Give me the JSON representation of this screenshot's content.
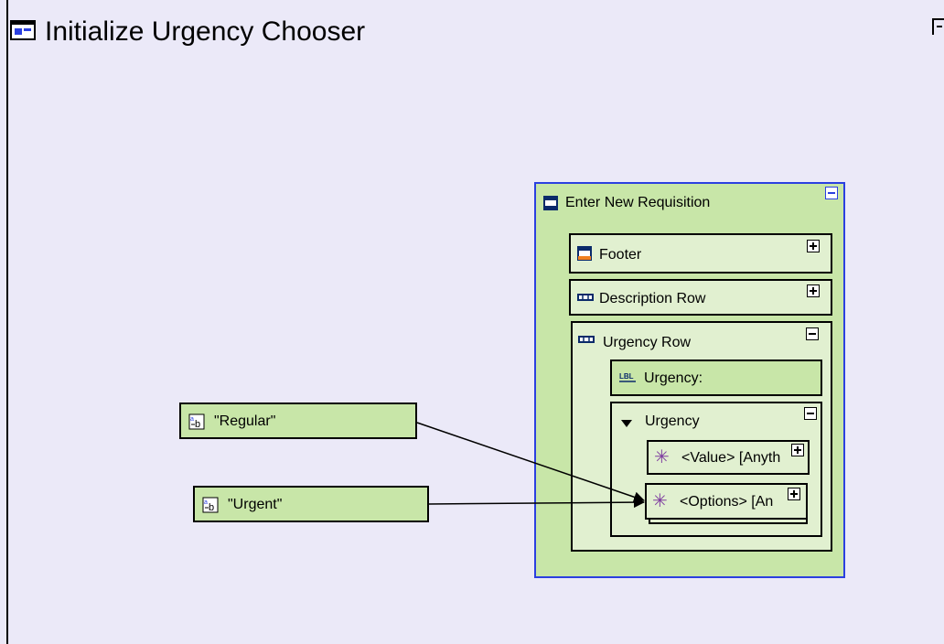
{
  "window": {
    "title": "Initialize Urgency Chooser"
  },
  "sources": [
    {
      "label": "\"Regular\""
    },
    {
      "label": "\"Urgent\""
    }
  ],
  "form": {
    "title": "Enter New Requisition",
    "footer": {
      "label": "Footer"
    },
    "description_row": {
      "label": "Description Row"
    },
    "urgency_row": {
      "label": "Urgency Row",
      "urgency_label": {
        "label": "Urgency:"
      },
      "urgency_chooser": {
        "label": "Urgency",
        "value_port": "<Value> [Anyth",
        "options_port": "<Options> [An"
      }
    }
  },
  "colors": {
    "background": "#ebe9f8",
    "node_fill": "#c8e6a8",
    "node_fill_light": "#e1f0d0",
    "selection_border": "#2b40e0",
    "connector": "#000000"
  },
  "icons": {
    "window": "window-icon",
    "text_literal": "text-literal-icon",
    "panel": "panel-icon",
    "row": "row-icon",
    "label": "label-icon",
    "chooser": "dropdown-triangle-icon",
    "port": "asterisk-icon"
  }
}
